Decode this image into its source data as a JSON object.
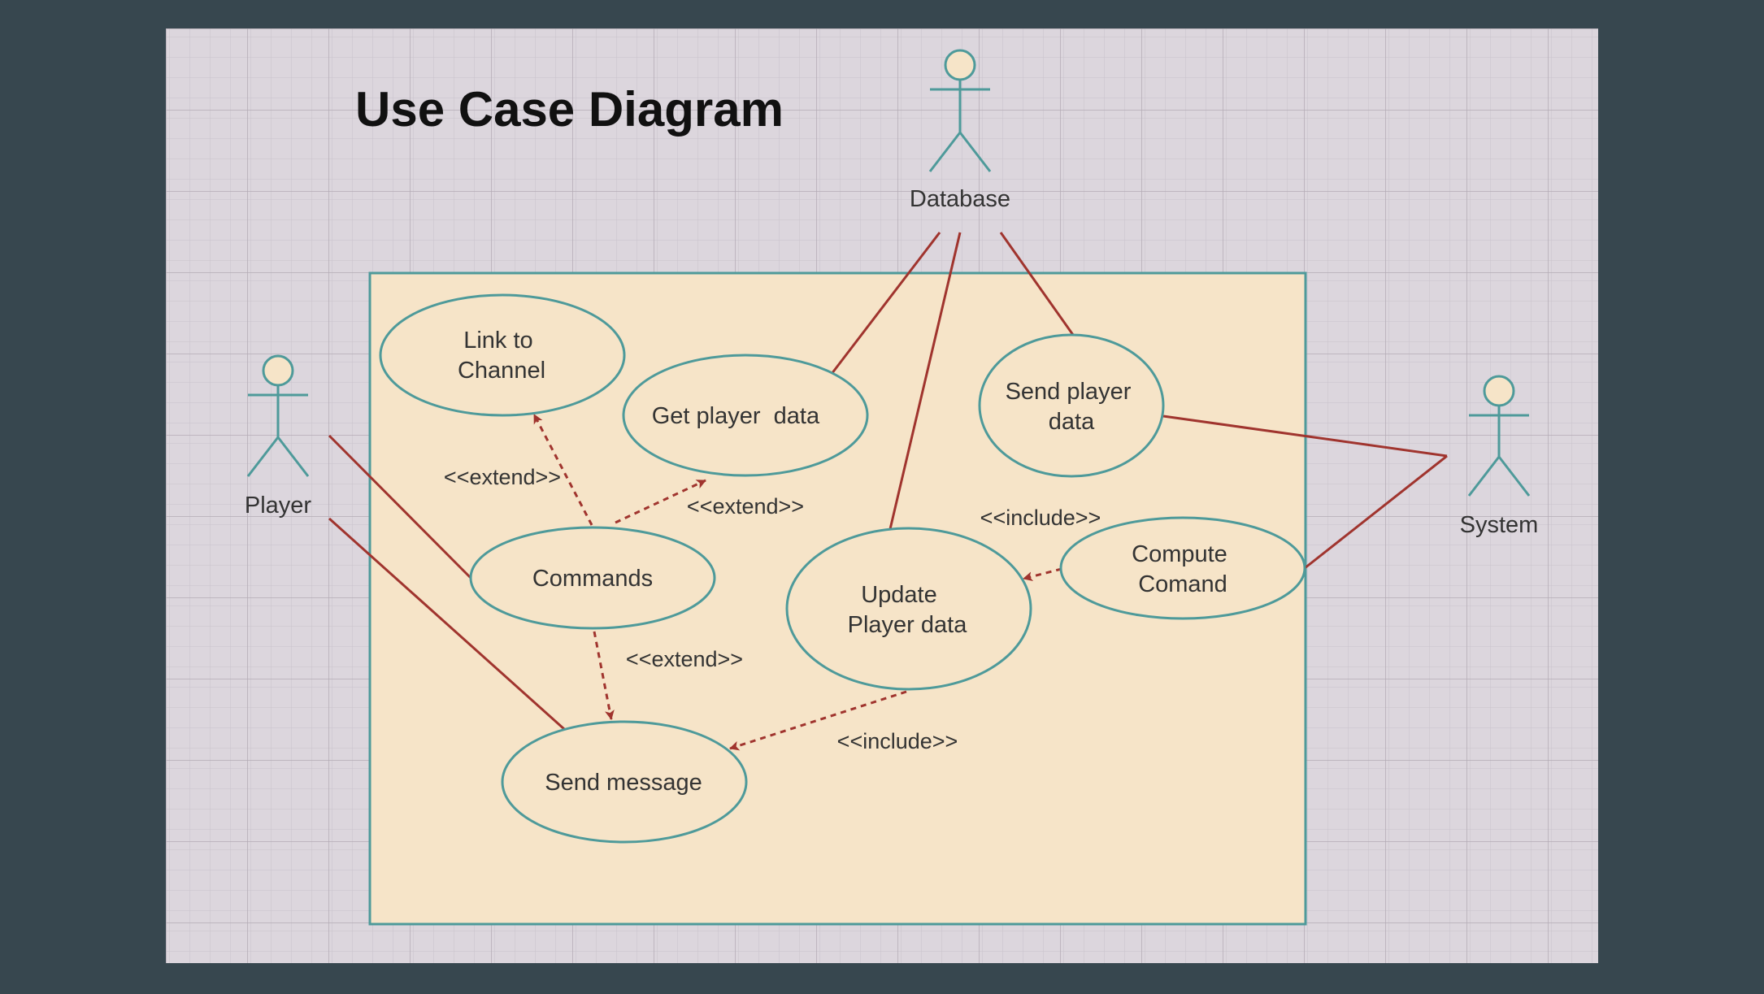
{
  "title": "Use Case Diagram",
  "colors": {
    "background": "#37474f",
    "canvas": "#dcd6dd",
    "grid": "#b7b0b9",
    "system_boundary_fill": "#f6e4c8",
    "outline": "#4e9a9a",
    "relation": "#a0342e"
  },
  "actors": {
    "database": "Database",
    "player": "Player",
    "system": "System"
  },
  "use_cases": {
    "link_to_channel": [
      "Link to",
      "Channel"
    ],
    "get_player_data": [
      "Get player  data"
    ],
    "send_player_data": [
      "Send player",
      "data"
    ],
    "commands": [
      "Commands"
    ],
    "update_player_data": [
      "Update",
      "Player data"
    ],
    "compute_comand": [
      "Compute",
      "Comand"
    ],
    "send_message": [
      "Send message"
    ]
  },
  "relations": {
    "extend_link": "<<extend>>",
    "extend_get": "<<extend>>",
    "extend_send": "<<extend>>",
    "include_compute": "<<include>>",
    "include_update": "<<include>>"
  }
}
